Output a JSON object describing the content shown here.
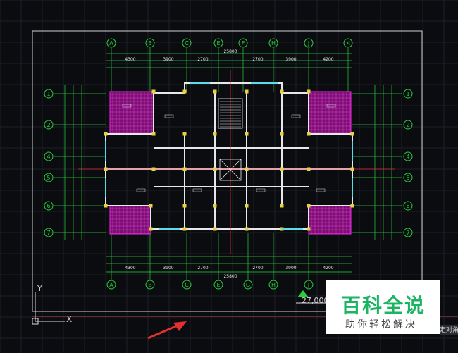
{
  "drawing": {
    "grid_top": [
      "A",
      "B",
      "C",
      "E",
      "F",
      "H",
      "J",
      "K"
    ],
    "grid_bottom": [
      "A",
      "B",
      "C",
      "E",
      "G",
      "H",
      "J"
    ],
    "grid_left": [
      "1",
      "2",
      "4",
      "5",
      "6",
      "7"
    ],
    "grid_right": [
      "1",
      "2",
      "4",
      "5",
      "6",
      "7"
    ],
    "dim_top_overall": "25800",
    "dim_top_spans": [
      "4300",
      "3900",
      "2700",
      "2700",
      "3900",
      "4200"
    ],
    "dim_bottom_spans": [
      "4300",
      "3900",
      "2700",
      "2700",
      "3900",
      "4200"
    ],
    "dim_bottom_overall": "25800",
    "scale": "27,000",
    "axis_y": "Y",
    "axis_x": "X"
  },
  "watermark": {
    "title": "百科全说",
    "subtitle": "助你轻松解决"
  },
  "status_tab": "定对角",
  "colors": {
    "background": "#0b0c0f",
    "grid_green": "#28d03c",
    "wall_white": "#e8e8e8",
    "balcony_magenta": "#d020c8",
    "accent_red": "#e03040",
    "window_cyan": "#30d8e8",
    "watermark_green": "#1cb462"
  },
  "icons": [
    "ucs-axis-icon",
    "arrow-cursor-icon"
  ]
}
